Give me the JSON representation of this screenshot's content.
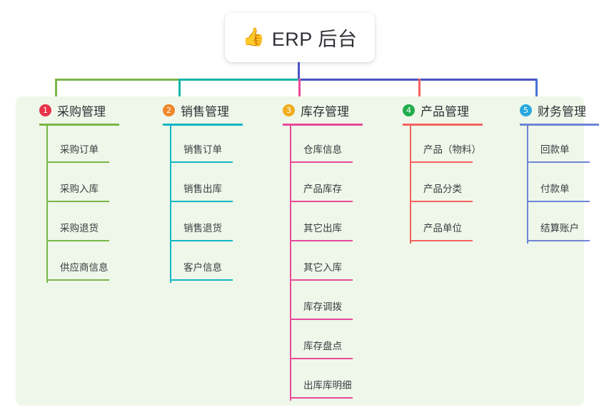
{
  "root": {
    "emoji": "👍",
    "title": "ERP 后台",
    "trunk_color": "#4a53c4"
  },
  "bus": {
    "segments": [
      {
        "color": "#7ab648",
        "from": 77,
        "to": 250
      },
      {
        "color": "#12b6a6",
        "from": 250,
        "to": 418
      },
      {
        "color": "#4a53c4",
        "from": 418,
        "to": 750
      }
    ]
  },
  "panel": {
    "background": "#eef7e9"
  },
  "columns": [
    {
      "index": "1",
      "title": "采购管理",
      "badge_color": "#e8334a",
      "line_color": "#7ab648",
      "drop_color": "#7ab648",
      "items": [
        {
          "label": "采购订单"
        },
        {
          "label": "采购入库"
        },
        {
          "label": "采购退货"
        },
        {
          "label": "供应商信息"
        }
      ]
    },
    {
      "index": "2",
      "title": "销售管理",
      "badge_color": "#f0862a",
      "line_color": "#12b6c4",
      "drop_color": "#12b6a6",
      "items": [
        {
          "label": "销售订单"
        },
        {
          "label": "销售出库"
        },
        {
          "label": "销售退货"
        },
        {
          "label": "客户信息"
        }
      ]
    },
    {
      "index": "3",
      "title": "库存管理",
      "badge_color": "#f0ad1e",
      "line_color": "#e84a9a",
      "drop_color": "#e84a9a",
      "items": [
        {
          "label": "仓库信息"
        },
        {
          "label": "产品库存"
        },
        {
          "label": "其它出库"
        },
        {
          "label": "其它入库"
        },
        {
          "label": "库存调拨"
        },
        {
          "label": "库存盘点"
        },
        {
          "label": "出库库明细"
        }
      ]
    },
    {
      "index": "4",
      "title": "产品管理",
      "badge_color": "#22ad4b",
      "line_color": "#f4615e",
      "drop_color": "#f4615e",
      "items": [
        {
          "label": "产品（物料）"
        },
        {
          "label": "产品分类"
        },
        {
          "label": "产品单位"
        }
      ]
    },
    {
      "index": "5",
      "title": "财务管理",
      "badge_color": "#29a8e0",
      "line_color": "#6f84d8",
      "drop_color": "#4a6fd8",
      "items": [
        {
          "label": "回款单"
        },
        {
          "label": "付款单"
        },
        {
          "label": "结算账户"
        }
      ]
    }
  ]
}
